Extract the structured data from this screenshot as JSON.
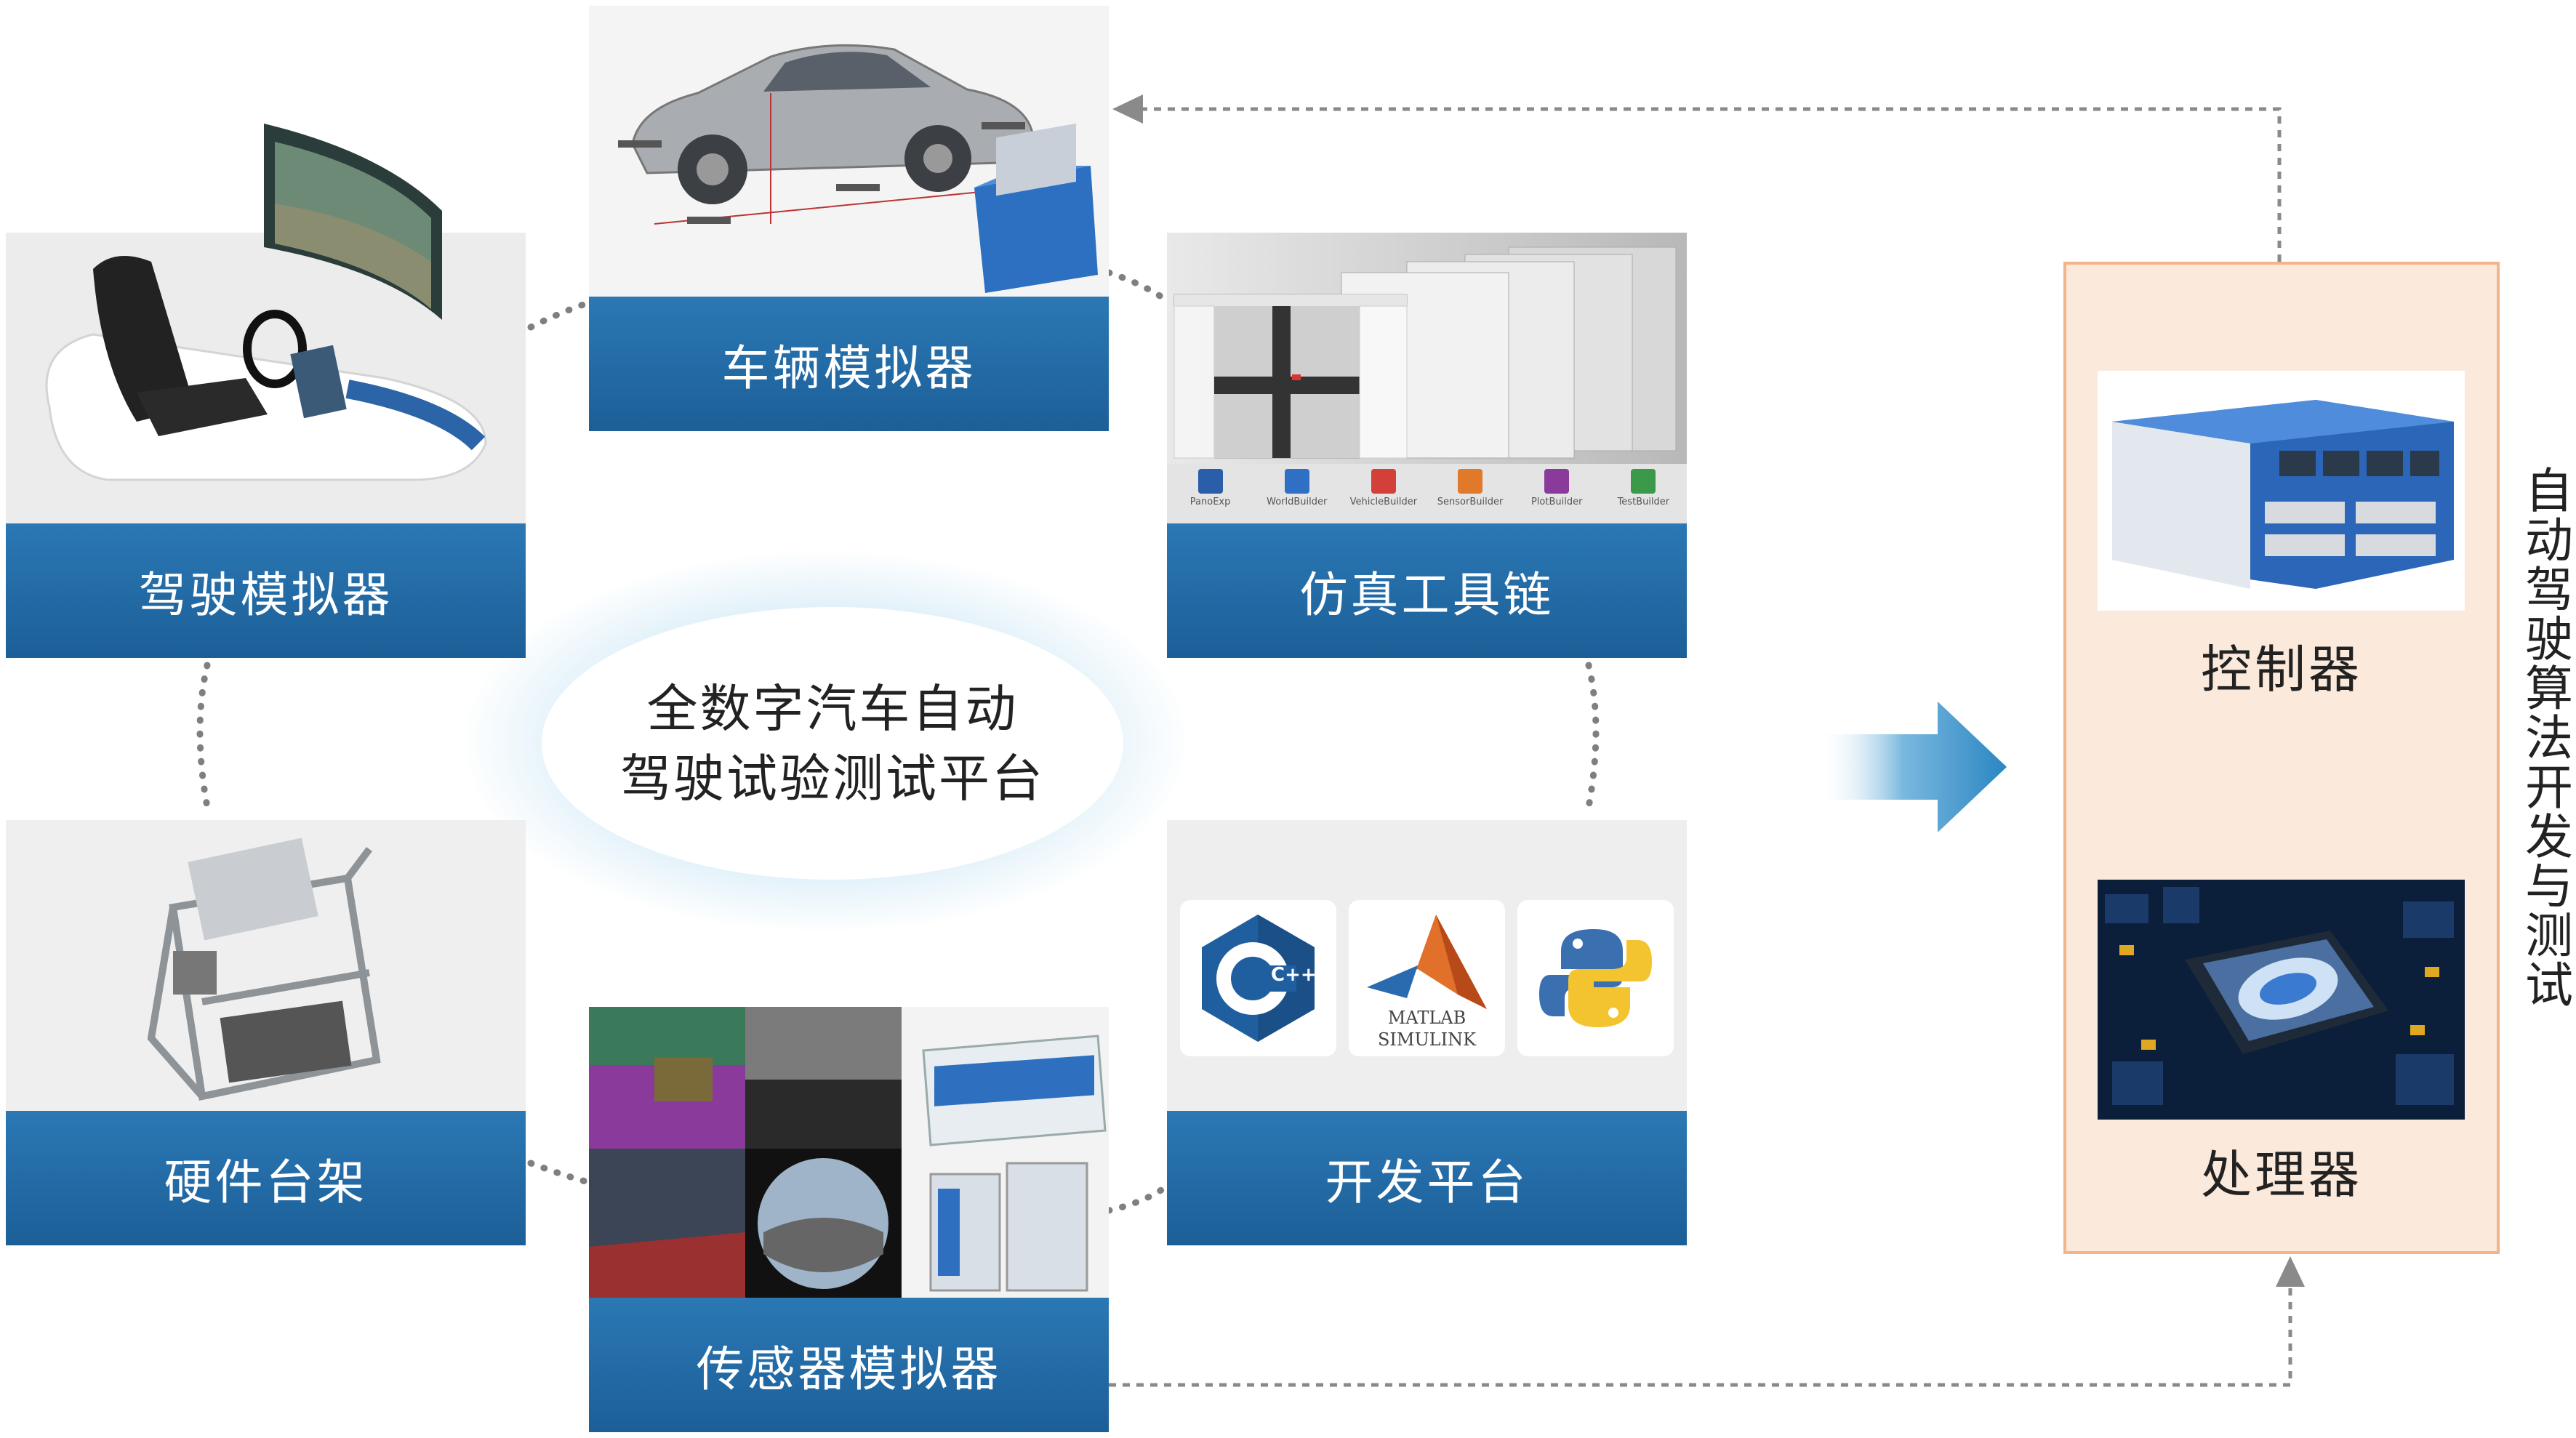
{
  "center": {
    "line1": "全数字汽车自动",
    "line2": "驾驶试验测试平台"
  },
  "modules": {
    "driving_simulator": "驾驶模拟器",
    "vehicle_simulator": "车辆模拟器",
    "simulation_toolchain": "仿真工具链",
    "hardware_rack": "硬件台架",
    "sensor_simulator": "传感器模拟器",
    "dev_platform": "开发平台"
  },
  "toolchain_icons": [
    "PanoExp",
    "WorldBuilder",
    "VehicleBuilder",
    "SensorBuilder",
    "PlotBuilder",
    "TestBuilder"
  ],
  "dev_logos": {
    "cpp": "C++",
    "matlab_line1": "MATLAB",
    "matlab_line2": "SIMULINK"
  },
  "right": {
    "controller": "控制器",
    "processor": "处理器",
    "vertical_caption": "自动驾驶算法开发与测试"
  },
  "colors": {
    "label_blue": "#1f67a3",
    "panel_fill": "#fbe9db",
    "panel_border": "#f2b48a",
    "arrow_blue": "#2a86c2",
    "dotted_gray": "#8a8a8a"
  }
}
